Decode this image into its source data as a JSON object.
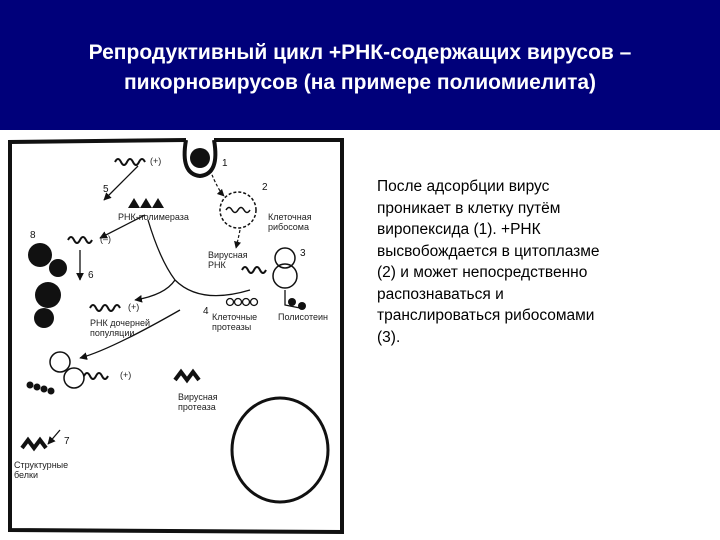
{
  "slide": {
    "title_line1": "Репродуктивный цикл +РНК-содержащих вирусов –",
    "title_line2": "пикорновирусов (на примере полиомиелита)",
    "body_text": "        После адсорбции вирус\nпроникает в клетку путём\nвиропексида (1).       +РНК\nвысвобождается в цитоплазме\n(2) и  может непосредственно\nраспознаваться и\nтранслироваться рибосомами\n(3)."
  },
  "diagram": {
    "labels": {
      "rna_plus_top": "(+)",
      "rna_polymerase": "РНК-полимераза",
      "rna_minus": "(–)",
      "cell_ribosome": "Клеточная рибосома",
      "viral_rna": "Вирусная РНК",
      "polysome": "Полисотеин",
      "cell_proteases": "Клеточные протеазы",
      "daughter_rna_plus": "(+)",
      "daughter_rna": "РНК дочерней популяции",
      "rna_plus_bottom": "(+)",
      "viral_protease": "Вирусная протеаза",
      "structural_proteins": "Структурные белки"
    },
    "step_numbers": [
      "1",
      "2",
      "3",
      "4",
      "5",
      "6",
      "7",
      "8"
    ]
  }
}
